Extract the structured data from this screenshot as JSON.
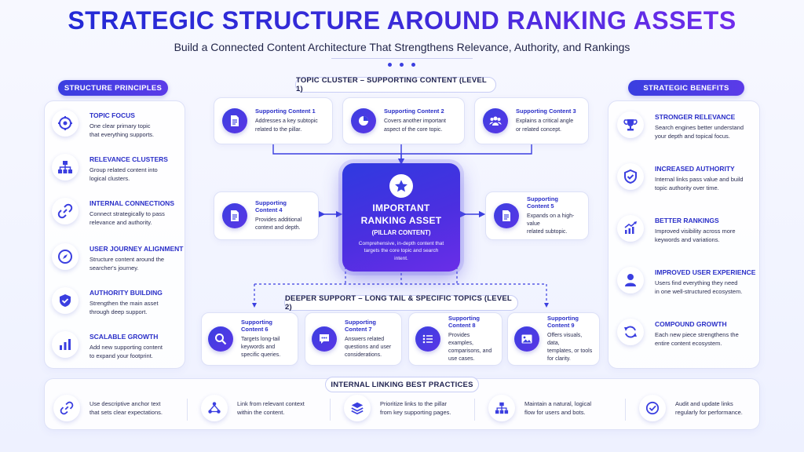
{
  "header": {
    "title": "STRATEGIC STRUCTURE AROUND RANKING ASSETS",
    "subtitle": "Build a Connected Content Architecture That Strengthens Relevance, Authority, and Rankings"
  },
  "left_panel": {
    "label": "STRUCTURE PRINCIPLES",
    "items": [
      {
        "title": "TOPIC FOCUS",
        "desc_1": "One clear primary topic",
        "desc_2": "that everything supports.",
        "icon": "target-icon"
      },
      {
        "title": "RELEVANCE CLUSTERS",
        "desc_1": "Group related content into",
        "desc_2": "logical clusters.",
        "icon": "hierarchy-icon"
      },
      {
        "title": "INTERNAL CONNECTIONS",
        "desc_1": "Connect strategically to pass",
        "desc_2": "relevance and authority.",
        "icon": "link-icon"
      },
      {
        "title": "USER JOURNEY ALIGNMENT",
        "desc_1": "Structure content around the",
        "desc_2": "searcher's journey.",
        "icon": "compass-icon"
      },
      {
        "title": "AUTHORITY BUILDING",
        "desc_1": "Strengthen the main asset",
        "desc_2": "through deep support.",
        "icon": "shield-check-icon"
      },
      {
        "title": "SCALABLE GROWTH",
        "desc_1": "Add new supporting content",
        "desc_2": "to expand your footprint.",
        "icon": "bar-chart-icon"
      }
    ]
  },
  "right_panel": {
    "label": "STRATEGIC BENEFITS",
    "items": [
      {
        "title": "STRONGER RELEVANCE",
        "desc_1": "Search engines better understand",
        "desc_2": "your depth and topical focus.",
        "icon": "trophy-icon"
      },
      {
        "title": "INCREASED AUTHORITY",
        "desc_1": "Internal links pass value and build",
        "desc_2": "topic authority over time.",
        "icon": "shield-check-icon"
      },
      {
        "title": "BETTER RANKINGS",
        "desc_1": "Improved visibility across more",
        "desc_2": "keywords and variations.",
        "icon": "trend-up-icon"
      },
      {
        "title": "IMPROVED USER EXPERIENCE",
        "desc_1": "Users find everything they need",
        "desc_2": "in one well-structured ecosystem.",
        "icon": "user-icon"
      },
      {
        "title": "COMPOUND GROWTH",
        "desc_1": "Each new piece strengthens the",
        "desc_2": "entire content ecosystem.",
        "icon": "refresh-icon"
      }
    ]
  },
  "cluster_level1": {
    "label": "TOPIC CLUSTER – SUPPORTING CONTENT (LEVEL 1)",
    "cards": [
      {
        "title": "Supporting Content 1",
        "desc_1": "Addresses a key subtopic",
        "desc_2": "related to the pillar.",
        "icon": "document-icon"
      },
      {
        "title": "Supporting Content 2",
        "desc_1": "Covers another important",
        "desc_2": "aspect of the core topic.",
        "icon": "pie-chart-icon"
      },
      {
        "title": "Supporting Content 3",
        "desc_1": "Explains a critical angle",
        "desc_2": "or related concept.",
        "icon": "users-icon"
      },
      {
        "title": "Supporting Content 4",
        "desc_1": "Provides additional",
        "desc_2": "context and depth.",
        "icon": "document-icon"
      },
      {
        "title": "Supporting Content 5",
        "desc_1": "Expands on a high-value",
        "desc_2": "related subtopic.",
        "icon": "document-icon"
      }
    ]
  },
  "pillar": {
    "line_1": "IMPORTANT",
    "line_2": "RANKING ASSET",
    "line_3": "(PILLAR CONTENT)",
    "desc": "Comprehensive, in-depth content that targets the core topic and search intent.",
    "icon": "star-icon"
  },
  "cluster_level2": {
    "label": "DEEPER SUPPORT – LONG TAIL & SPECIFIC TOPICS (LEVEL 2)",
    "cards": [
      {
        "title": "Supporting Content 6",
        "desc_1": "Targets long-tail",
        "desc_2": "keywords and",
        "desc_3": "specific queries.",
        "icon": "search-icon"
      },
      {
        "title": "Supporting Content 7",
        "desc_1": "Answers related",
        "desc_2": "questions and user",
        "desc_3": "considerations.",
        "icon": "chat-icon"
      },
      {
        "title": "Supporting Content 8",
        "desc_1": "Provides examples,",
        "desc_2": "comparisons, and",
        "desc_3": "use cases.",
        "icon": "list-icon"
      },
      {
        "title": "Supporting Content 9",
        "desc_1": "Offers visuals, data,",
        "desc_2": "templates, or tools",
        "desc_3": "for clarity.",
        "icon": "image-icon"
      }
    ]
  },
  "best_practices": {
    "label": "INTERNAL LINKING BEST PRACTICES",
    "items": [
      {
        "desc_1": "Use descriptive anchor text",
        "desc_2": "that sets clear expectations.",
        "icon": "link-icon"
      },
      {
        "desc_1": "Link from relevant context",
        "desc_2": "within the content.",
        "icon": "network-icon"
      },
      {
        "desc_1": "Prioritize links to the pillar",
        "desc_2": "from key supporting pages.",
        "icon": "layers-icon"
      },
      {
        "desc_1": "Maintain a natural, logical",
        "desc_2": "flow for users and bots.",
        "icon": "hierarchy-icon"
      },
      {
        "desc_1": "Audit and update links",
        "desc_2": "regularly for performance.",
        "icon": "check-circle-icon"
      }
    ]
  },
  "colors": {
    "primary": "#3b3fe0",
    "accent": "#6a2ee8",
    "text": "#1f2250"
  }
}
